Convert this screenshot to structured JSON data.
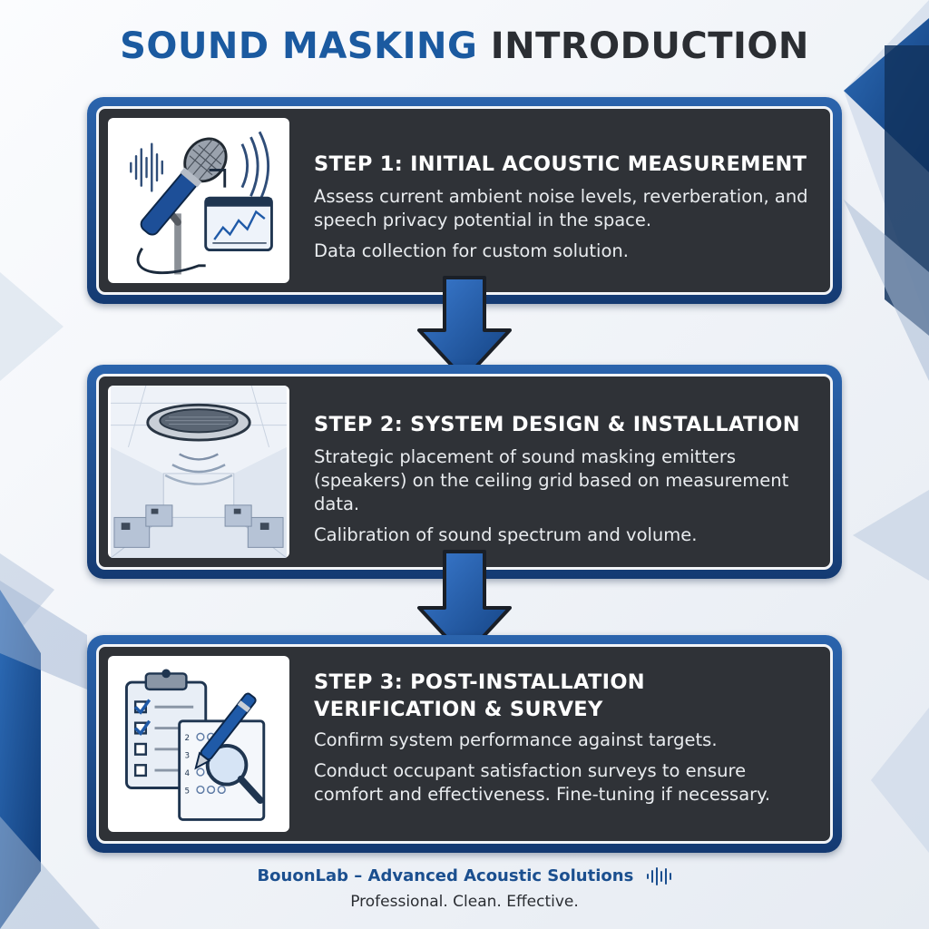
{
  "title": {
    "part1": "SOUND MASKING",
    "part2": "INTRODUCTION"
  },
  "steps": [
    {
      "heading": "STEP 1: INITIAL ACOUSTIC MEASUREMENT",
      "body": [
        "Assess current ambient noise levels, reverberation, and speech privacy potential in the space.",
        "Data collection for custom solution."
      ],
      "icon": "microphone-analyzer-icon"
    },
    {
      "heading": "STEP 2: SYSTEM DESIGN & INSTALLATION",
      "body": [
        "Strategic placement of sound masking emitters (speakers) on the ceiling grid based on measurement data.",
        "Calibration of sound spectrum and volume."
      ],
      "icon": "ceiling-speaker-office-icon"
    },
    {
      "heading": "STEP 3: POST-INSTALLATION VERIFICATION & SURVEY",
      "body": [
        "Confirm system performance against targets.",
        "Conduct occupant satisfaction surveys to ensure comfort and effectiveness. Fine-tuning if necessary."
      ],
      "icon": "clipboard-survey-icon"
    }
  ],
  "footer": {
    "brand": "BouonLab – Advanced Acoustic Solutions",
    "tagline": "Professional. Clean. Effective."
  },
  "colors": {
    "accent": "#1b5aa0",
    "card_dark": "#2f3237",
    "text_dark": "#2b2e33"
  }
}
